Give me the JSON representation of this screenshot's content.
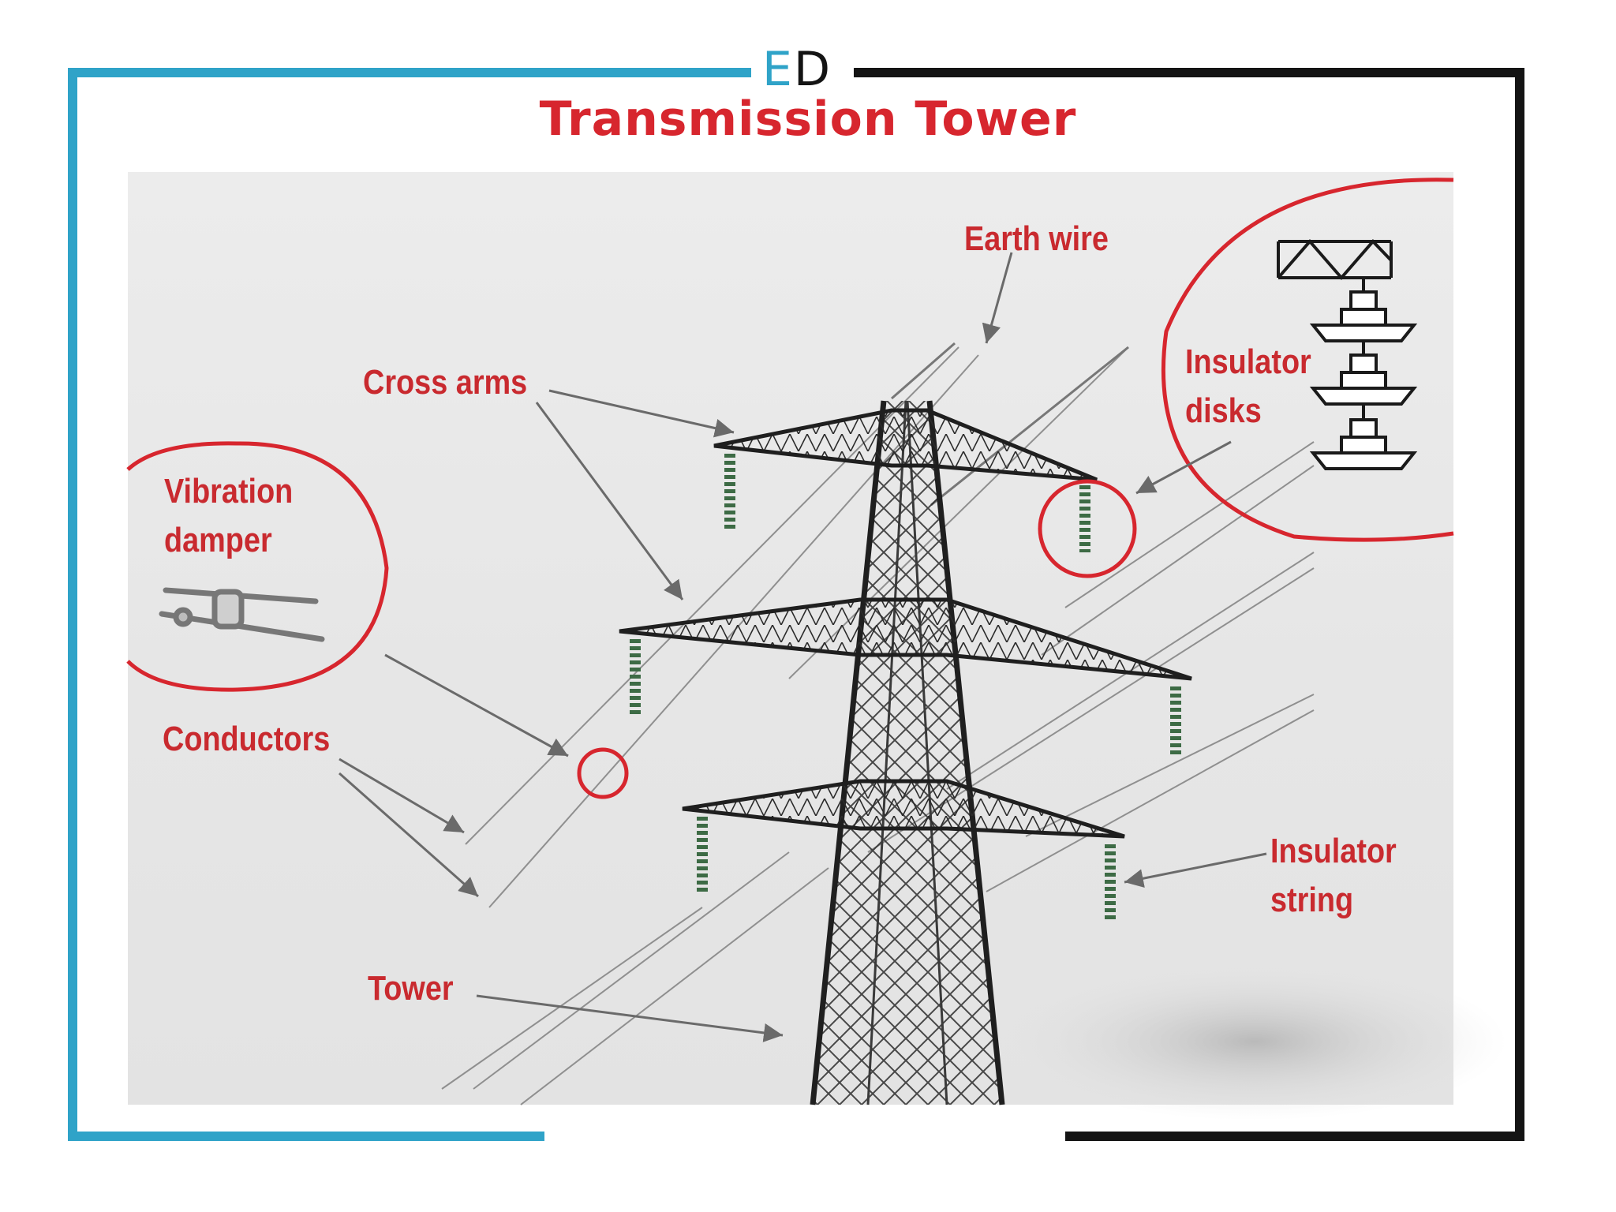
{
  "brand": {
    "logo_e": "E",
    "logo_d": "D"
  },
  "title": "Transmission Tower",
  "labels": {
    "earth_wire": "Earth wire",
    "cross_arms": "Cross arms",
    "insulator_disks": "Insulator\ndisks",
    "vibration_damper": "Vibration\ndamper",
    "conductors": "Conductors",
    "insulator_string": "Insulator\nstring",
    "tower": "Tower"
  },
  "colors": {
    "accent_red": "#d7262e",
    "frame_blue": "#2fa3c8",
    "frame_black": "#141414",
    "steel": "#2b2b2b",
    "insulator_green": "#3d6b45"
  }
}
